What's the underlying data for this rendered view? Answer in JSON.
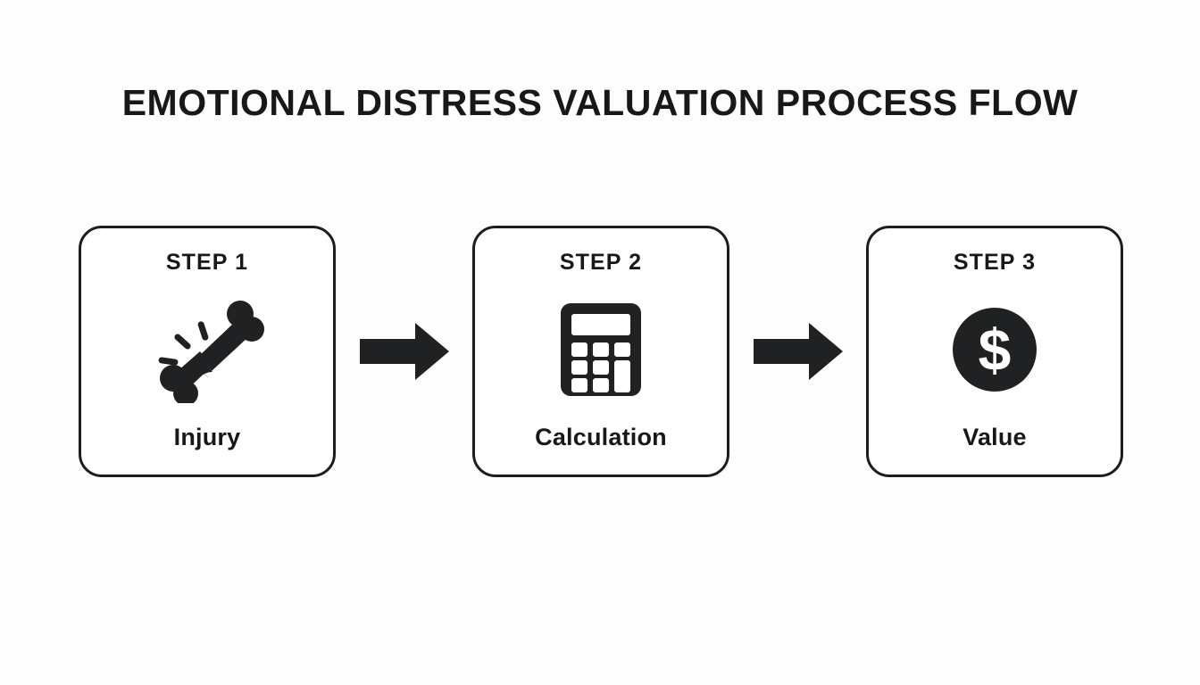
{
  "page": {
    "title": "EMOTIONAL DISTRESS VALUATION PROCESS FLOW",
    "background_color": "#fdfdfe",
    "ink_color": "#16181a"
  },
  "flow": {
    "steps": [
      {
        "number": "STEP 1",
        "label": "Injury",
        "icon": "broken-bone-icon"
      },
      {
        "number": "STEP 2",
        "label": "Calculation",
        "icon": "calculator-icon"
      },
      {
        "number": "STEP 3",
        "label": "Value",
        "icon": "dollar-coin-icon"
      }
    ],
    "connectors": [
      {
        "icon": "arrow-right-icon"
      },
      {
        "icon": "arrow-right-icon"
      }
    ]
  }
}
